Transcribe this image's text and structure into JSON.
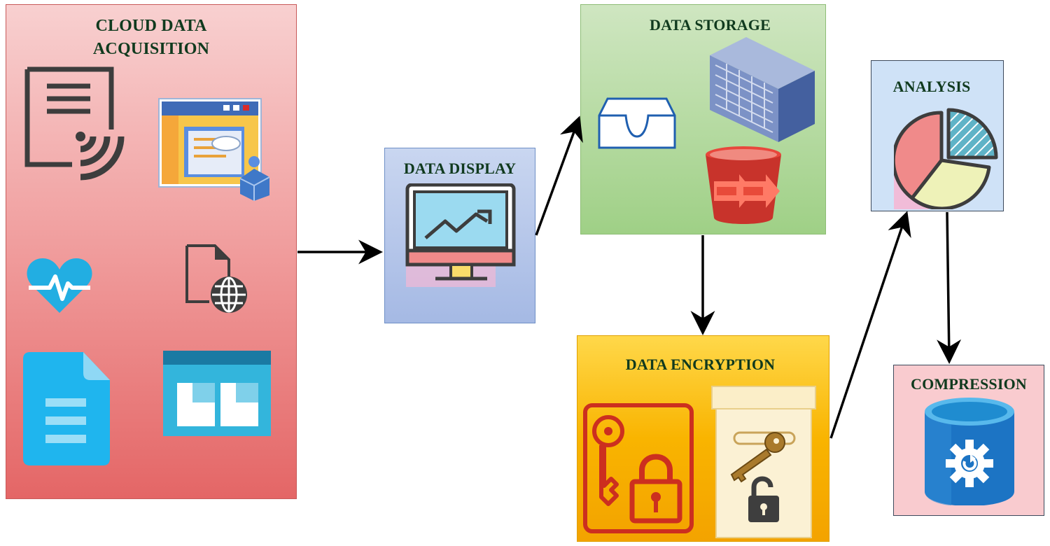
{
  "diagram": {
    "acquisition": {
      "title_line1": "CLOUD DATA",
      "title_line2": "ACQUISITION"
    },
    "display": {
      "title": "DATA DISPLAY"
    },
    "storage": {
      "title": "DATA STORAGE"
    },
    "encryption": {
      "title": "DATA ENCRYPTION"
    },
    "analysis": {
      "title": "ANALYSIS"
    },
    "compression": {
      "title": "COMPRESSION"
    }
  },
  "icons": {
    "acquisition": [
      "wireless-document-icon",
      "web-chat-user-icon",
      "heartbeat-icon",
      "web-document-icon",
      "document-icon",
      "gallery-icon"
    ],
    "display": [
      "monitor-chart-icon"
    ],
    "storage": [
      "inbox-tray-icon",
      "server-rack-icon",
      "storage-bucket-icon"
    ],
    "encryption": [
      "key-lock-icon",
      "key-padlock-icon"
    ],
    "analysis": [
      "pie-chart-icon"
    ],
    "compression": [
      "database-gear-icon"
    ]
  },
  "colors": {
    "acquisition_fill_top": "#f7c9c9",
    "acquisition_fill_bottom": "#e86a6a",
    "display_fill": "#aebfe6",
    "storage_fill": "#a6d18f",
    "encryption_fill": "#f9b400",
    "analysis_fill": "#cfe2f7",
    "compression_fill": "#f9cbcf",
    "arrow": "#000000"
  },
  "connections": [
    {
      "from": "acquisition",
      "to": "display"
    },
    {
      "from": "display",
      "to": "storage"
    },
    {
      "from": "storage",
      "to": "encryption"
    },
    {
      "from": "encryption",
      "to": "analysis"
    },
    {
      "from": "analysis",
      "to": "compression"
    }
  ]
}
